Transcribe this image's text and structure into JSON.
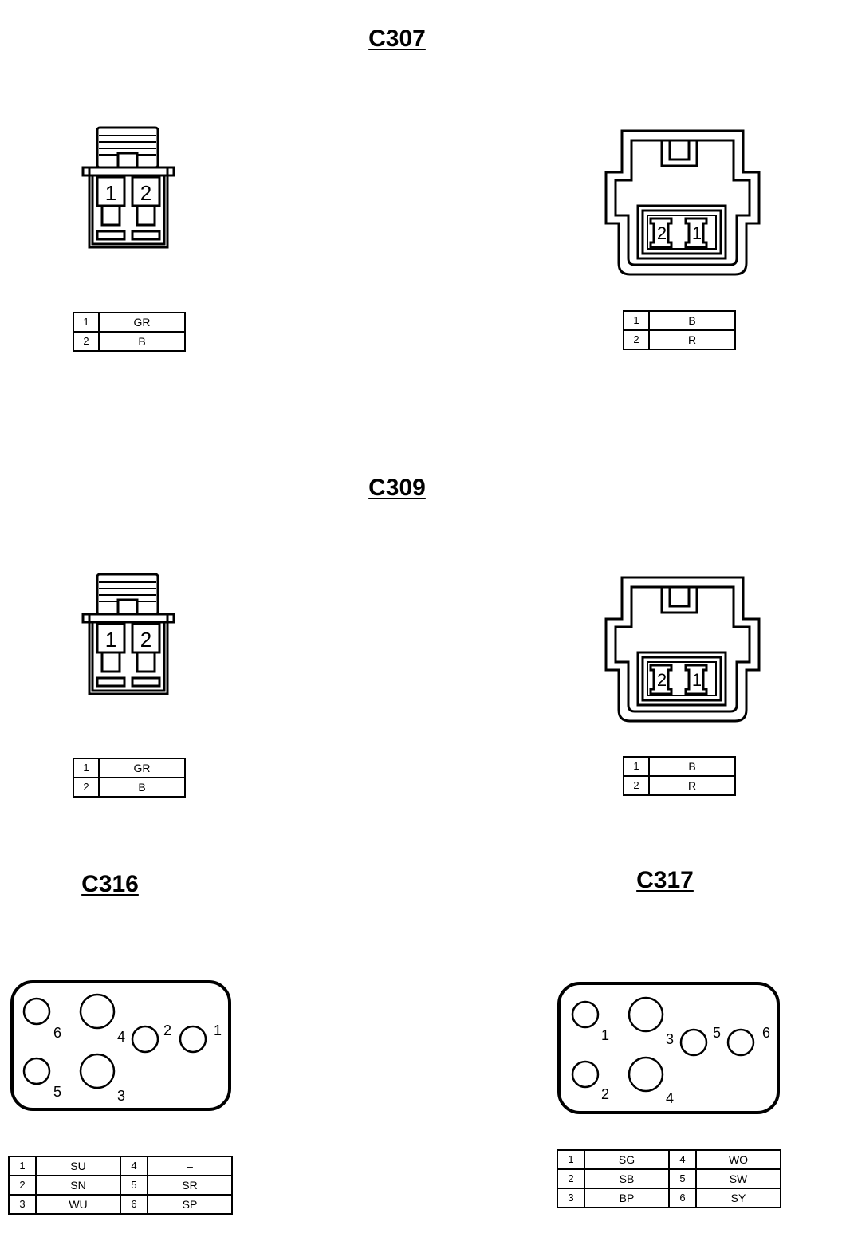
{
  "connectors": {
    "c307": {
      "title": "C307",
      "left": {
        "pin_labels": [
          "1",
          "2"
        ],
        "pins": [
          {
            "pin": "1",
            "wire": "GR"
          },
          {
            "pin": "2",
            "wire": "B"
          }
        ]
      },
      "right": {
        "pin_labels": [
          "2",
          "1"
        ],
        "pins": [
          {
            "pin": "1",
            "wire": "B"
          },
          {
            "pin": "2",
            "wire": "R"
          }
        ]
      }
    },
    "c309": {
      "title": "C309",
      "left": {
        "pin_labels": [
          "1",
          "2"
        ],
        "pins": [
          {
            "pin": "1",
            "wire": "GR"
          },
          {
            "pin": "2",
            "wire": "B"
          }
        ]
      },
      "right": {
        "pin_labels": [
          "2",
          "1"
        ],
        "pins": [
          {
            "pin": "1",
            "wire": "B"
          },
          {
            "pin": "2",
            "wire": "R"
          }
        ]
      }
    },
    "c316": {
      "title": "C316",
      "pin_labels": [
        "6",
        "4",
        "2",
        "1",
        "5",
        "3"
      ],
      "pins": [
        {
          "pin": "1",
          "wire": "SU"
        },
        {
          "pin": "2",
          "wire": "SN"
        },
        {
          "pin": "3",
          "wire": "WU"
        },
        {
          "pin": "4",
          "wire": "–"
        },
        {
          "pin": "5",
          "wire": "SR"
        },
        {
          "pin": "6",
          "wire": "SP"
        }
      ]
    },
    "c317": {
      "title": "C317",
      "pin_labels": [
        "1",
        "3",
        "5",
        "6",
        "2",
        "4"
      ],
      "pins": [
        {
          "pin": "1",
          "wire": "SG"
        },
        {
          "pin": "2",
          "wire": "SB"
        },
        {
          "pin": "3",
          "wire": "BP"
        },
        {
          "pin": "4",
          "wire": "WO"
        },
        {
          "pin": "5",
          "wire": "SW"
        },
        {
          "pin": "6",
          "wire": "SY"
        }
      ]
    }
  }
}
